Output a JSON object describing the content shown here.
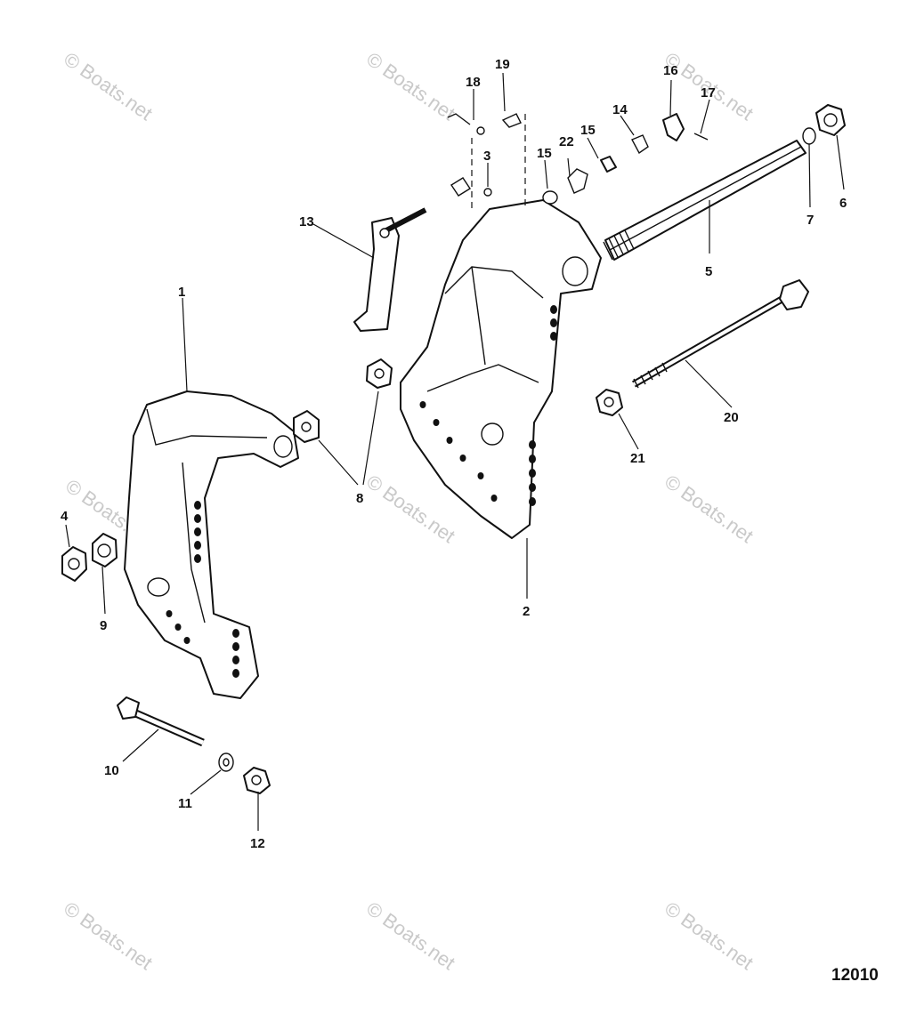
{
  "diagram_number": "12010",
  "watermark": "© Boats.net",
  "callouts": {
    "c1": "1",
    "c2": "2",
    "c3": "3",
    "c4": "4",
    "c5": "5",
    "c6": "6",
    "c7": "7",
    "c8": "8",
    "c9": "9",
    "c10": "10",
    "c11": "11",
    "c12": "12",
    "c13": "13",
    "c14": "14",
    "c15a": "15",
    "c15b": "15",
    "c16": "16",
    "c17": "17",
    "c18": "18",
    "c19": "19",
    "c20": "20",
    "c21": "21",
    "c22": "22"
  }
}
